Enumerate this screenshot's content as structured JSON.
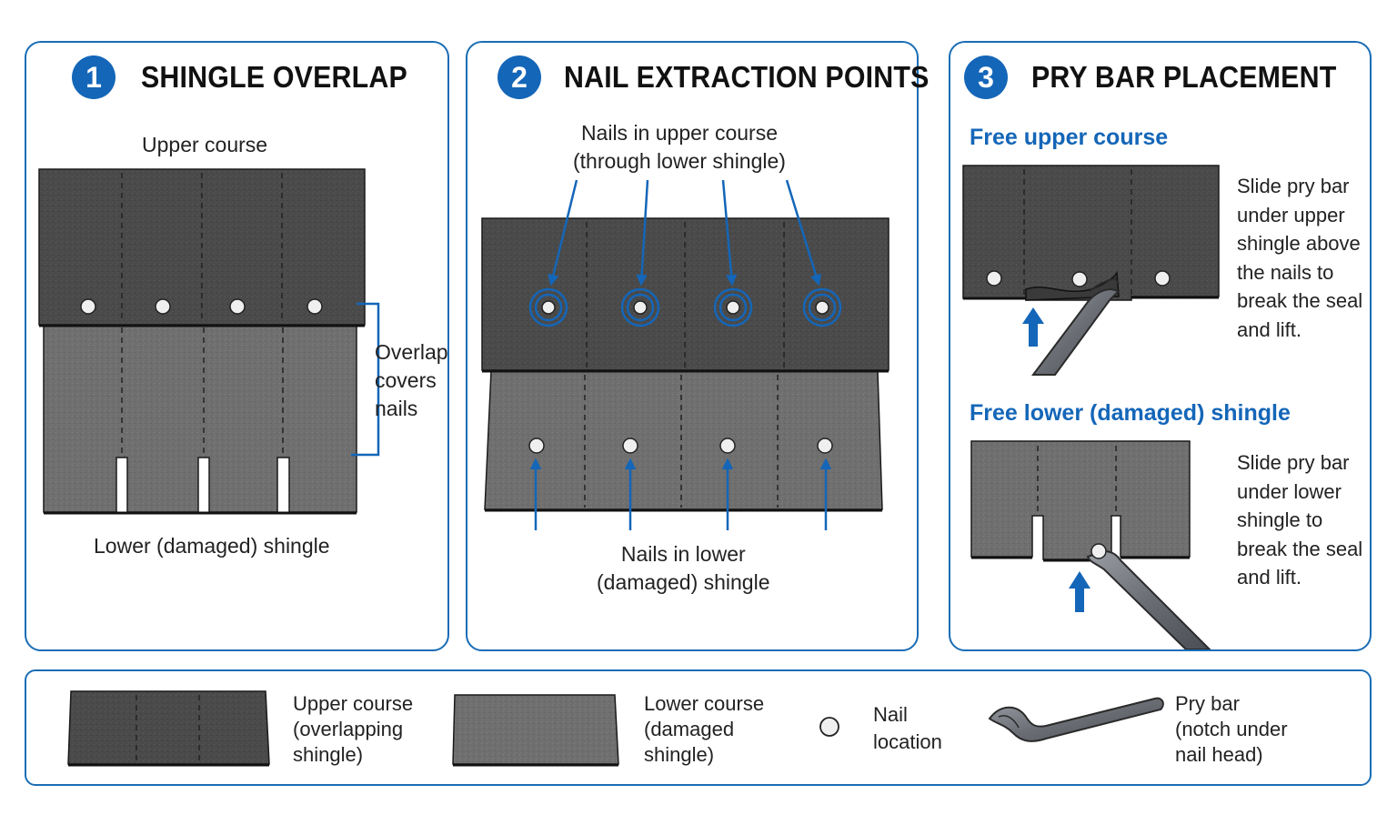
{
  "colors": {
    "accent": "#1466b8",
    "shingle_upper": "#4a4a4a",
    "shingle_lower": "#707070"
  },
  "panel1": {
    "number": "1",
    "title": "SHINGLE OVERLAP",
    "upper_label": "Upper course",
    "overlap_note": [
      "Overlap",
      "covers",
      "nails"
    ],
    "lower_label": "Lower (damaged) shingle"
  },
  "panel2": {
    "number": "2",
    "title": "NAIL EXTRACTION POINTS",
    "upper_nails_label": [
      "Nails in upper course",
      "(through lower shingle)"
    ],
    "lower_nails_label": [
      "Nails in lower",
      "(damaged) shingle"
    ]
  },
  "panel3": {
    "number": "3",
    "title": "PRY BAR PLACEMENT",
    "step_upper": {
      "heading": "Free upper course",
      "text": [
        "Slide pry bar",
        "under upper",
        "shingle above",
        "the nails to",
        "break the seal",
        "and lift."
      ]
    },
    "step_lower": {
      "heading": "Free lower (damaged) shingle",
      "text": [
        "Slide pry bar",
        "under lower",
        "shingle to",
        "break the seal",
        "and lift."
      ]
    }
  },
  "legend": {
    "upper": [
      "Upper course",
      "(overlapping",
      "shingle)"
    ],
    "lower": [
      "Lower course",
      "(damaged",
      "shingle)"
    ],
    "nail": [
      "Nail",
      "location"
    ],
    "pry_bar": [
      "Pry bar",
      "(notch under",
      "nail head)"
    ]
  },
  "icons": [
    "circle-number",
    "shingle-swatch",
    "nail-dot",
    "pry-bar",
    "arrow-up",
    "callout-arrow"
  ]
}
